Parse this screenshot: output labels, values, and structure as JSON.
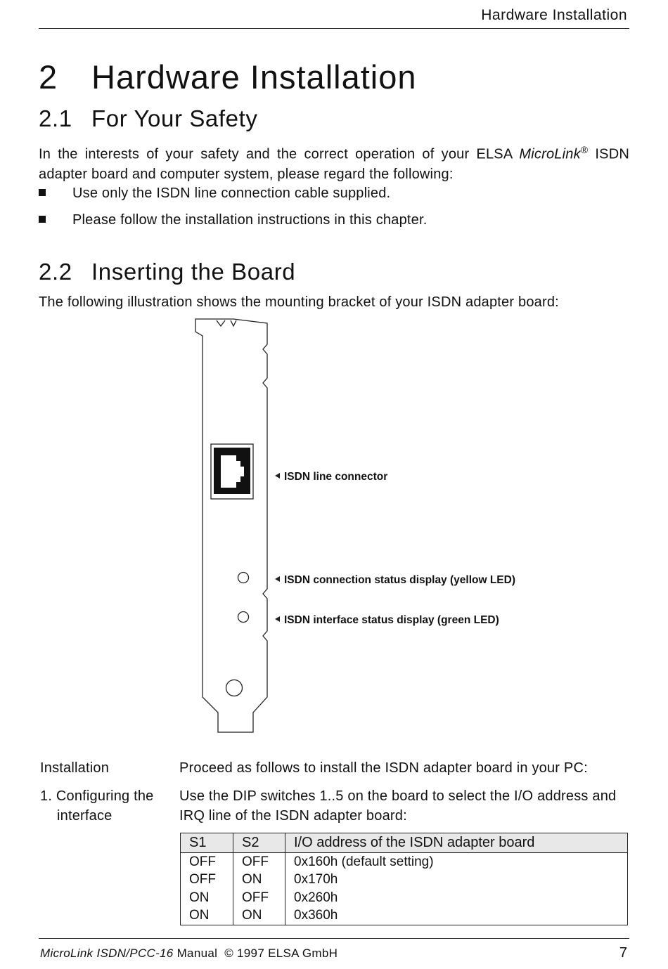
{
  "header": {
    "running_title": "Hardware Installation"
  },
  "chapter": {
    "number": "2",
    "title": "Hardware Installation"
  },
  "section_1": {
    "number": "2.1",
    "title": "For Your Safety",
    "intro_part1": "In the interests of your safety and the correct operation of your ELSA ",
    "intro_italic": "MicroLink",
    "intro_reg": "®",
    "intro_part2": " ISDN adapter board and computer system, please regard the following:",
    "bullets": [
      "Use only the ISDN line connection cable supplied.",
      "Please follow the installation instructions in this chapter."
    ]
  },
  "section_2": {
    "number": "2.2",
    "title": "Inserting the Board",
    "intro": "The following illustration shows the mounting bracket of your ISDN adapter board:"
  },
  "figure": {
    "callouts": [
      "ISDN line connector",
      "ISDN connection status display (yellow LED)",
      "ISDN interface status display (green LED)"
    ]
  },
  "installation": {
    "label": "Installation",
    "text": "Proceed as follows to install the ISDN adapter board in your PC:",
    "steps": [
      {
        "number": "1.",
        "label_line1": "Configuring the",
        "label_line2": "interface",
        "text": "Use the DIP switches 1..5 on the board to select the I/O address and IRQ line of the ISDN adapter board:"
      }
    ]
  },
  "dip_table": {
    "headers": [
      "S1",
      "S2",
      "I/O address of the ISDN adapter board"
    ],
    "rows": [
      [
        "OFF",
        "OFF",
        "0x160h (default setting)"
      ],
      [
        "OFF",
        "ON",
        "0x170h"
      ],
      [
        "ON",
        "OFF",
        "0x260h"
      ],
      [
        "ON",
        "ON",
        "0x360h"
      ]
    ]
  },
  "footer": {
    "product_italic": "MicroLink ISDN/PCC-16",
    "rest": " Manual  © 1997 ELSA GmbH",
    "page_number": "7"
  }
}
